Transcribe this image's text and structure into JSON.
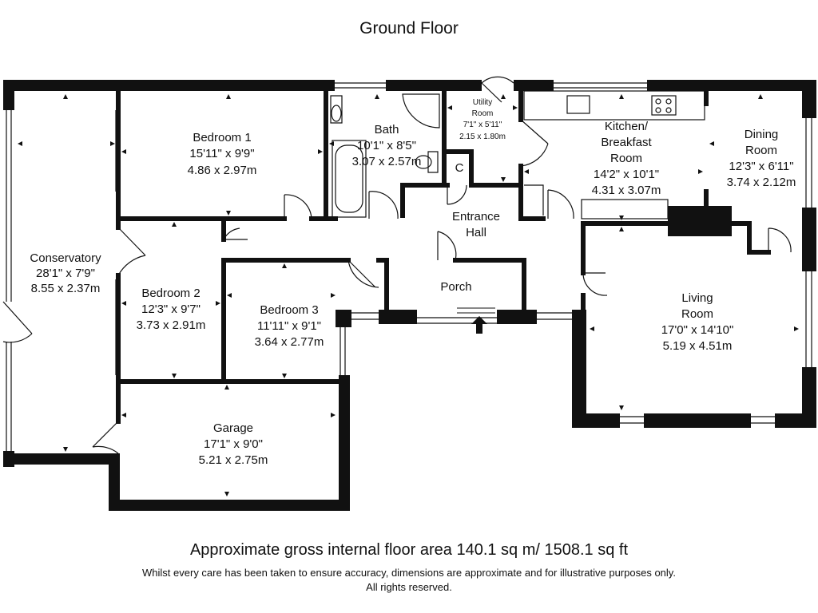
{
  "floor_title": "Ground Floor",
  "footer": {
    "area": "Approximate gross internal floor area 140.1 sq m/ 1508.1 sq ft",
    "disclaimer_1": "Whilst every care has been taken to ensure accuracy, dimensions are approximate and for illustrative purposes only.",
    "disclaimer_2": "All rights reserved."
  },
  "rooms": {
    "conservatory": {
      "name": "Conservatory",
      "imperial": "28'1\" x 7'9\"",
      "metric": "8.55 x 2.37m"
    },
    "bedroom1": {
      "name": "Bedroom 1",
      "imperial": "15'11\" x 9'9\"",
      "metric": "4.86 x 2.97m"
    },
    "bath": {
      "name": "Bath",
      "imperial": "10'1\" x 8'5\"",
      "metric": "3.07 x 2.57m"
    },
    "utility": {
      "name_1": "Utility",
      "name_2": "Room",
      "imperial": "7'1\" x 5'11\"",
      "metric": "2.15 x 1.80m"
    },
    "kitchen": {
      "name_1": "Kitchen/",
      "name_2": "Breakfast",
      "name_3": "Room",
      "imperial": "14'2\" x 10'1\"",
      "metric": "4.31 x 3.07m"
    },
    "dining": {
      "name_1": "Dining",
      "name_2": "Room",
      "imperial": "12'3\" x 6'11\"",
      "metric": "3.74 x 2.12m"
    },
    "cupboard": {
      "name": "C"
    },
    "entrance": {
      "name_1": "Entrance",
      "name_2": "Hall"
    },
    "porch": {
      "name": "Porch"
    },
    "bedroom2": {
      "name": "Bedroom 2",
      "imperial": "12'3\" x 9'7\"",
      "metric": "3.73 x 2.91m"
    },
    "bedroom3": {
      "name": "Bedroom 3",
      "imperial": "11'11\" x 9'1\"",
      "metric": "3.64 x 2.77m"
    },
    "living": {
      "name_1": "Living",
      "name_2": "Room",
      "imperial": "17'0\" x 14'10\"",
      "metric": "5.19 x 4.51m"
    },
    "garage": {
      "name": "Garage",
      "imperial": "17'1\" x 9'0\"",
      "metric": "5.21 x 2.75m"
    }
  }
}
